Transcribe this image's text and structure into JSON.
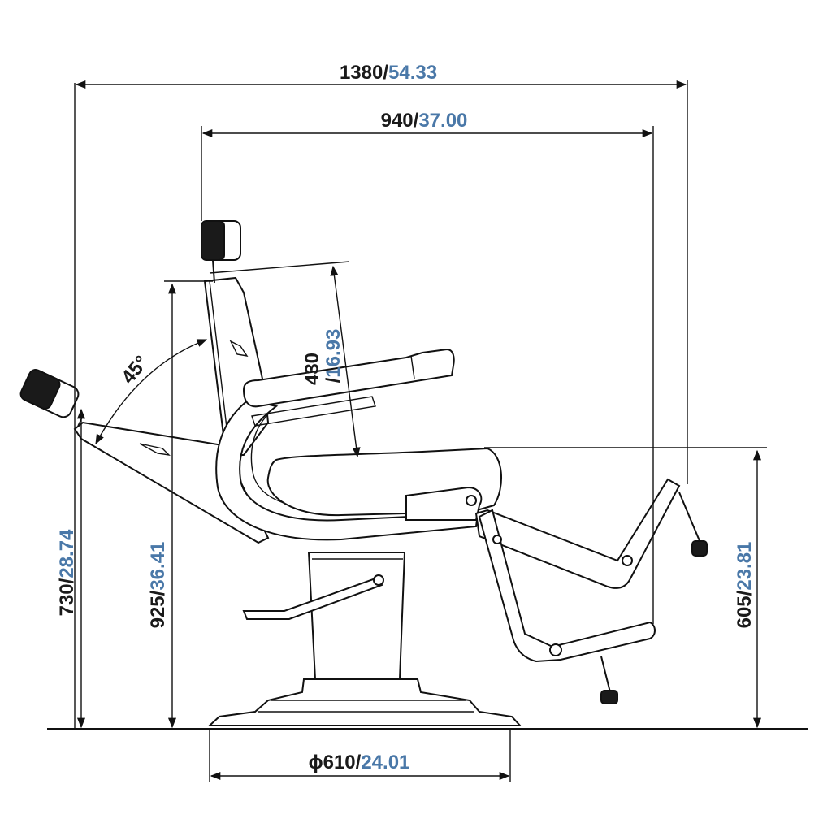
{
  "colors": {
    "ink": "#1a1a1a",
    "imperial": "#4a78a8"
  },
  "dimensions": {
    "overall_length": {
      "metric": "1380",
      "imperial": "54.33"
    },
    "back_length": {
      "metric": "940",
      "imperial": "37.00"
    },
    "headrest_to_seat": {
      "metric": "430",
      "imperial": "16.93"
    },
    "recline_angle": "45°",
    "reclined_height": {
      "metric": "730",
      "imperial": "28.74"
    },
    "upright_height": {
      "metric": "925",
      "imperial": "36.41"
    },
    "seat_height": {
      "metric": "605",
      "imperial": "23.81"
    },
    "base_diameter": {
      "symbol": "ϕ",
      "metric": "610",
      "imperial": "24.01"
    }
  }
}
